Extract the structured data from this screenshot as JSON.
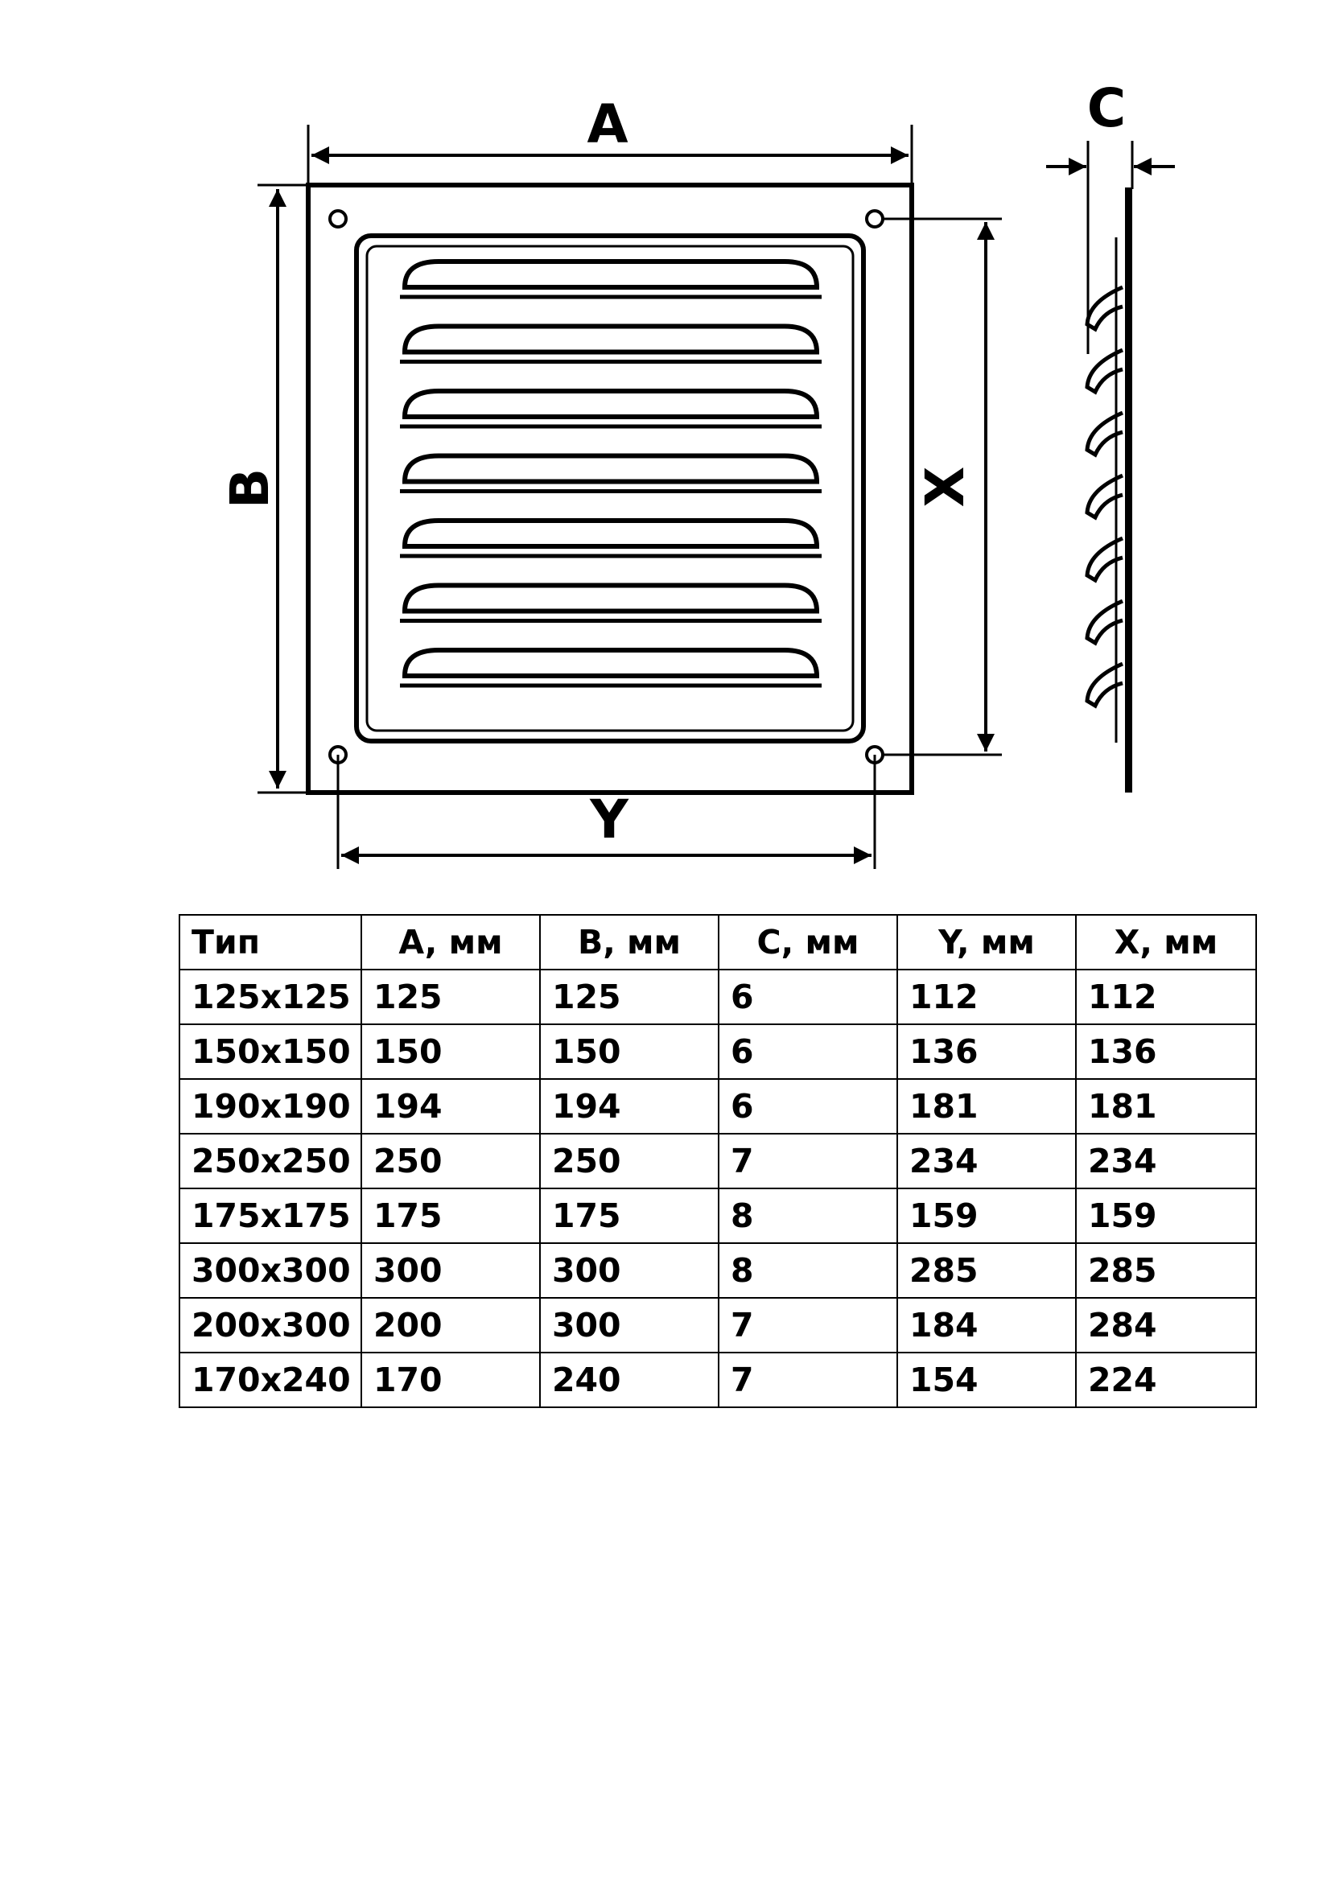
{
  "drawing": {
    "labels": {
      "a": "A",
      "b": "B",
      "c": "C",
      "x": "X",
      "y": "Y"
    },
    "slat_count": 7
  },
  "table": {
    "headers": [
      "Тип",
      "A, мм",
      "B, мм",
      "C, мм",
      "Y, мм",
      "X, мм"
    ],
    "rows": [
      [
        "125x125",
        "125",
        "125",
        "6",
        "112",
        "112"
      ],
      [
        "150x150",
        "150",
        "150",
        "6",
        "136",
        "136"
      ],
      [
        "190x190",
        "194",
        "194",
        "6",
        "181",
        "181"
      ],
      [
        "250x250",
        "250",
        "250",
        "7",
        "234",
        "234"
      ],
      [
        "175x175",
        "175",
        "175",
        "8",
        "159",
        "159"
      ],
      [
        "300x300",
        "300",
        "300",
        "8",
        "285",
        "285"
      ],
      [
        "200x300",
        "200",
        "300",
        "7",
        "184",
        "284"
      ],
      [
        "170x240",
        "170",
        "240",
        "7",
        "154",
        "224"
      ]
    ]
  }
}
